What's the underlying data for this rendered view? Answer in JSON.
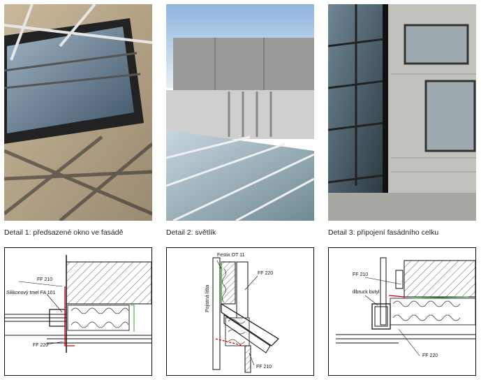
{
  "details": [
    {
      "caption": "Detail 1: předsazené okno ve fasádě",
      "labels": {
        "ff210": "FF 210",
        "silikon": "Silikonový tmel FA 101",
        "ff220": "FF 220"
      }
    },
    {
      "caption": "Detail 2: světlík",
      "labels": {
        "festix": "Festix OT 11",
        "ff220": "FF 220",
        "pojistna": "Pojistná lišta",
        "ff210": "FF 210"
      }
    },
    {
      "caption": "Detail 3: připojení fasádního celku",
      "labels": {
        "ff210": "FF 210",
        "illbruck": "illbruck butyl",
        "ff220": "FF 220"
      }
    }
  ]
}
